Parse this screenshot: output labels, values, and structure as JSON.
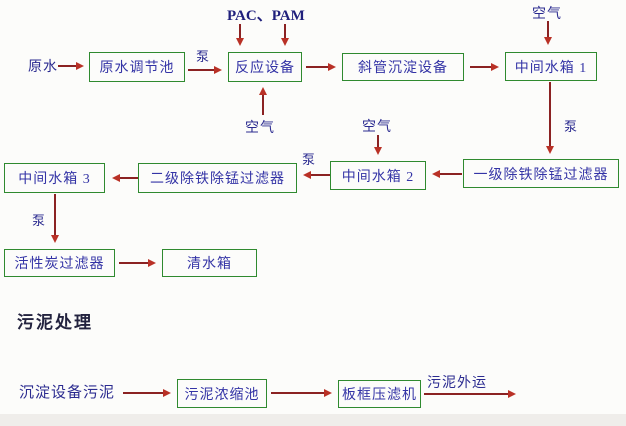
{
  "diagram": {
    "boxes": {
      "regulating_tank": "原水调节池",
      "reaction_equipment": "反应设备",
      "inclined_settler": "斜管沉淀设备",
      "intermediate_tank_1": "中间水箱 1",
      "first_stage_filter": "一级除铁除锰过滤器",
      "intermediate_tank_2": "中间水箱 2",
      "second_stage_filter": "二级除铁除锰过滤器",
      "intermediate_tank_3": "中间水箱 3",
      "activated_carbon_filter": "活性炭过滤器",
      "clean_water_tank": "清水箱",
      "sludge_thickener": "污泥浓缩池",
      "plate_frame_filter_press": "板框压滤机"
    },
    "labels": {
      "raw_water": "原水",
      "pump": "泵",
      "air": "空气",
      "pac_pam": "PAC、PAM",
      "sludge_section_heading": "污泥处理",
      "sediment_equipment_sludge": "沉淀设备污泥",
      "sludge_transport_out": "污泥外运"
    },
    "edges": [
      {
        "from": "原水",
        "to": "原水调节池",
        "label": ""
      },
      {
        "from": "原水调节池",
        "to": "反应设备",
        "label": "泵"
      },
      {
        "from": "PAC、PAM",
        "to": "反应设备",
        "label": ""
      },
      {
        "from": "空气",
        "to": "反应设备",
        "label": ""
      },
      {
        "from": "反应设备",
        "to": "斜管沉淀设备",
        "label": ""
      },
      {
        "from": "斜管沉淀设备",
        "to": "中间水箱 1",
        "label": ""
      },
      {
        "from": "空气",
        "to": "中间水箱 1",
        "label": ""
      },
      {
        "from": "中间水箱 1",
        "to": "一级除铁除锰过滤器",
        "label": "泵"
      },
      {
        "from": "一级除铁除锰过滤器",
        "to": "中间水箱 2",
        "label": ""
      },
      {
        "from": "空气",
        "to": "中间水箱 2",
        "label": ""
      },
      {
        "from": "中间水箱 2",
        "to": "二级除铁除锰过滤器",
        "label": "泵"
      },
      {
        "from": "二级除铁除锰过滤器",
        "to": "中间水箱 3",
        "label": ""
      },
      {
        "from": "中间水箱 3",
        "to": "活性炭过滤器",
        "label": "泵"
      },
      {
        "from": "活性炭过滤器",
        "to": "清水箱",
        "label": ""
      },
      {
        "from": "沉淀设备污泥",
        "to": "污泥浓缩池",
        "label": ""
      },
      {
        "from": "污泥浓缩池",
        "to": "板框压滤机",
        "label": ""
      },
      {
        "from": "板框压滤机",
        "to": "污泥外运",
        "label": ""
      }
    ],
    "colors": {
      "box_border": "#2f8a2f",
      "box_text": "#3434a6",
      "label_text": "#2b2b90",
      "arrow_line": "#8b2222",
      "arrow_head": "#b93126",
      "heading_text": "#23233f"
    }
  }
}
